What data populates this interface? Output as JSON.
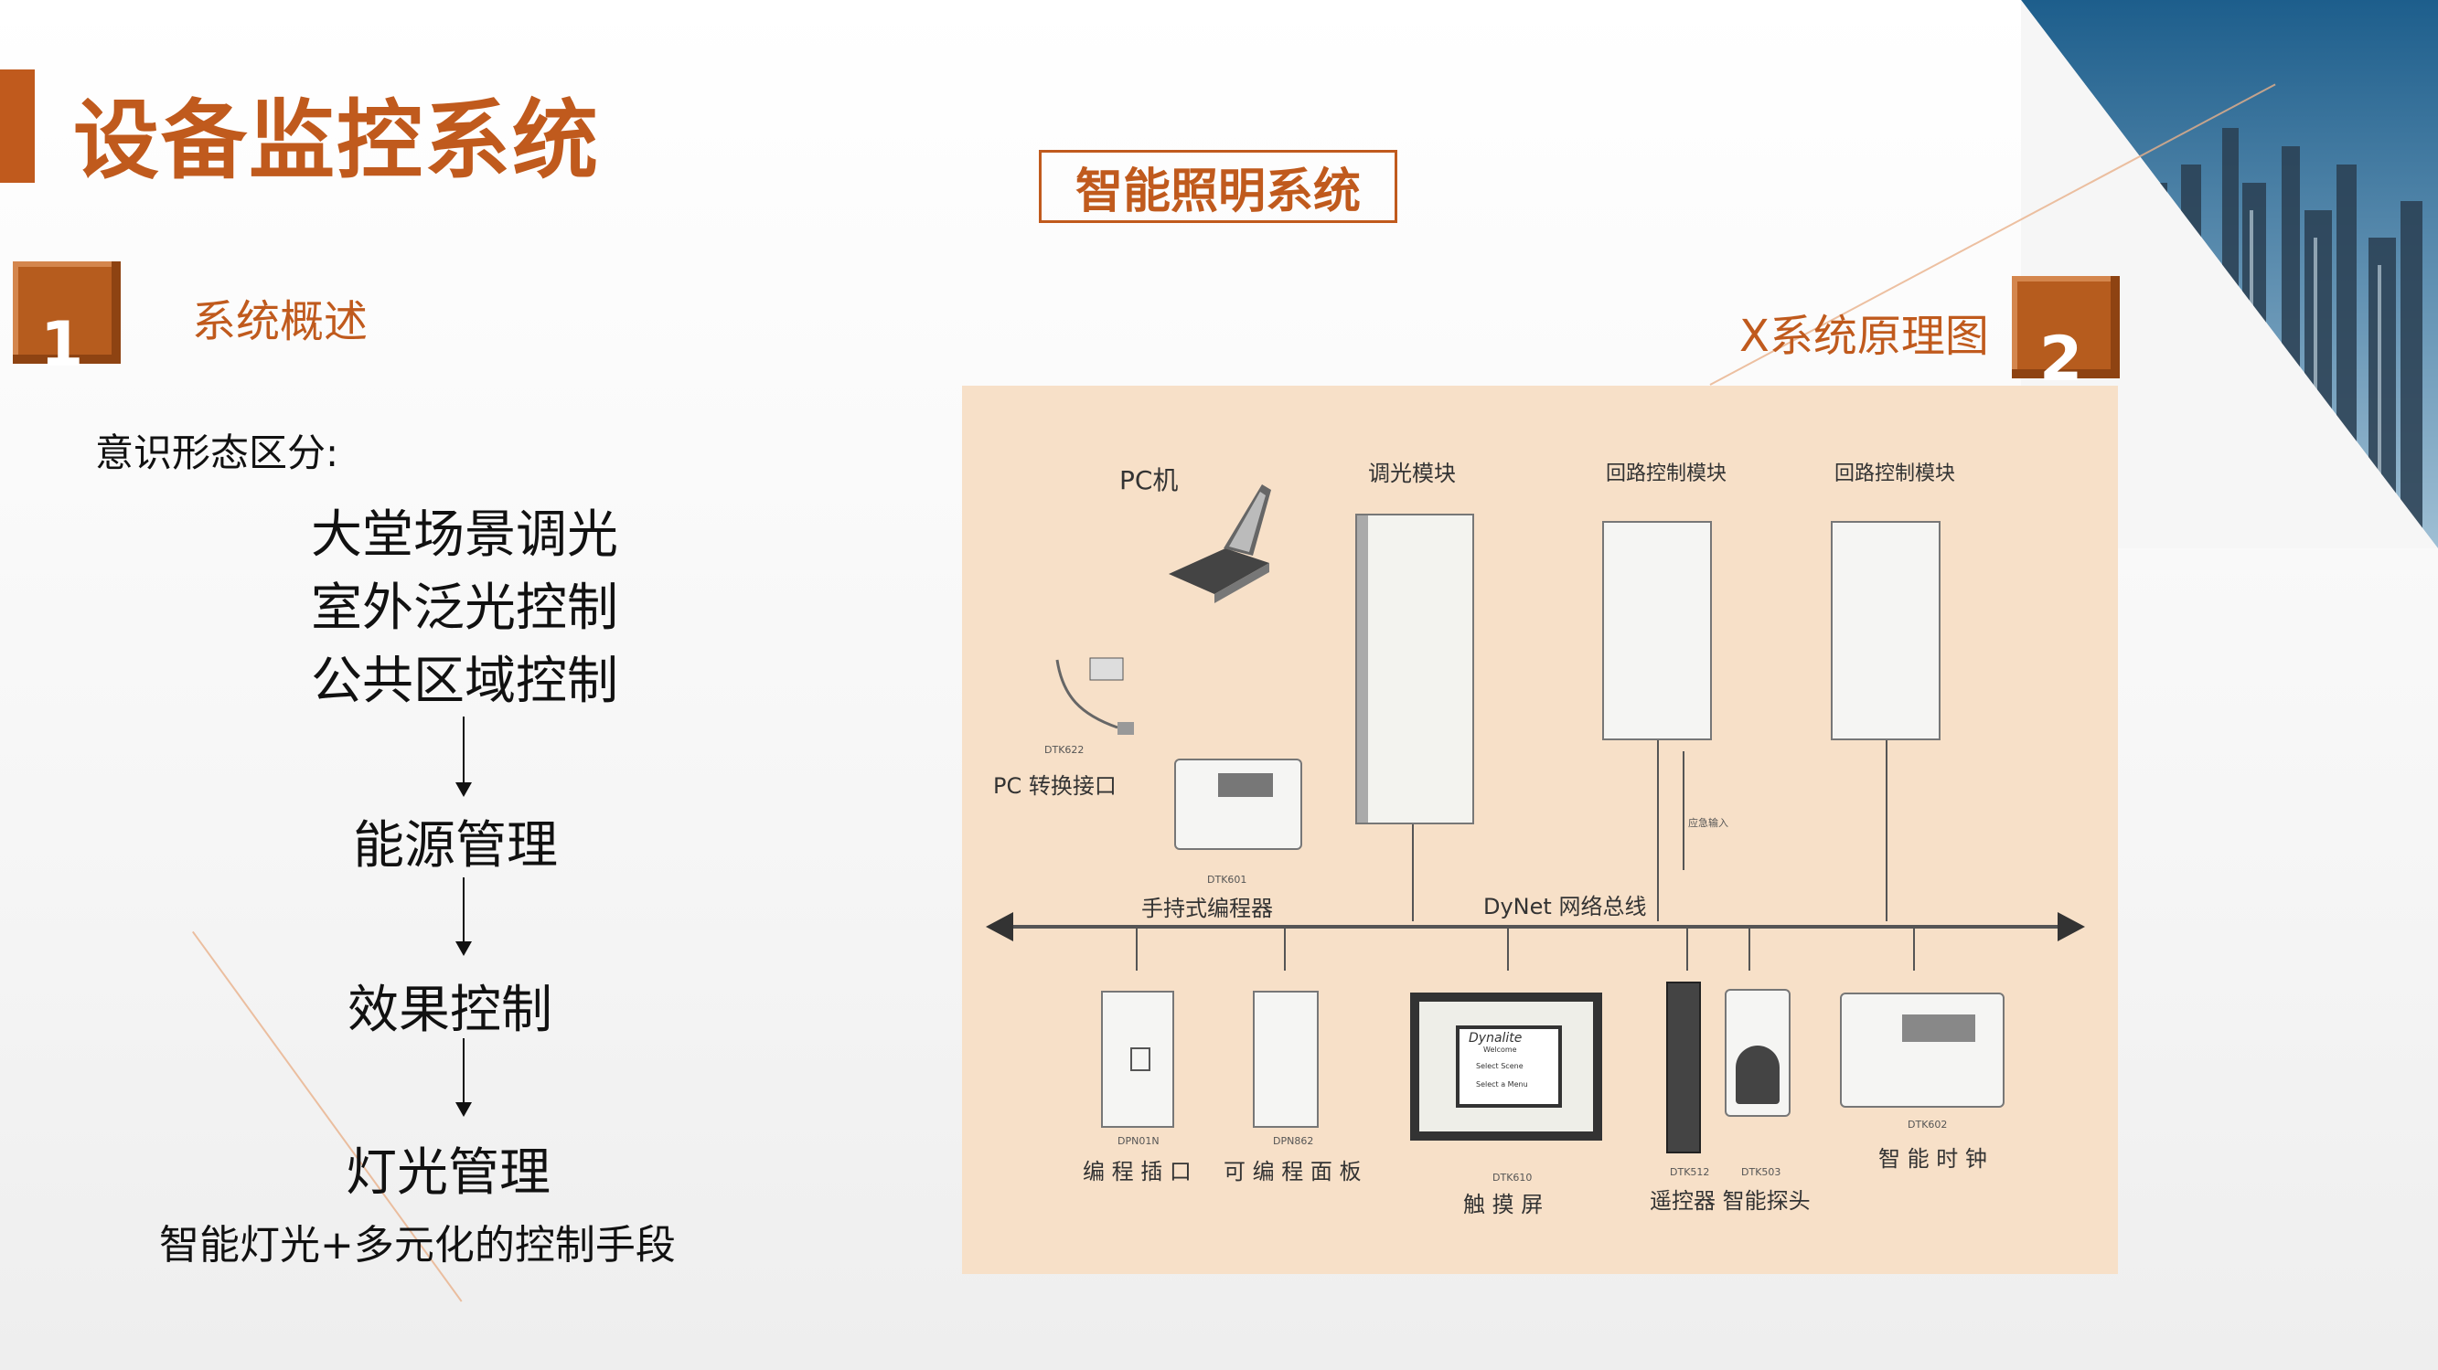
{
  "page": {
    "title": "设备监控系统",
    "center_tag": "智能照明系统"
  },
  "section1": {
    "number": "1",
    "heading": "系统概述"
  },
  "section2": {
    "number": "2",
    "heading": "X系统原理图"
  },
  "left": {
    "ideology_label": "意识形态区分:",
    "scenes": [
      "大堂场景调光",
      "室外泛光控制",
      "公共区域控制"
    ],
    "energy": "能源管理",
    "effect": "效果控制",
    "lighting": "灯光管理",
    "summary": "智能灯光+多元化的控制手段"
  },
  "diagram": {
    "pc": "PC机",
    "dimmer": "调光模块",
    "relay1": "回路控制模块",
    "relay2": "回路控制模块",
    "dtk622": "DTK622",
    "pc_interface": "PC 转换接口",
    "dtk601": "DTK601",
    "programmer": "手持式编程器",
    "bus": "DyNet  网络总线",
    "emergency": "应急输入",
    "dpn01n": "DPN01N",
    "socket": "编 程 插 口",
    "dpn862": "DPN862",
    "panel": "可 编 程 面 板",
    "dtk610": "DTK610",
    "touch": "触 摸 屏",
    "dtk512": "DTK512",
    "dtk503": "DTK503",
    "remote_sensor": "遥控器  智能探头",
    "dtk602": "DTK602",
    "clock": "智 能 时 钟",
    "dynalite": "Dynalite",
    "welcome": "Welcome",
    "select_scene": "Select Scene",
    "select_menu": "Select a Menu"
  },
  "colors": {
    "accent": "#c05a1d",
    "diagram_bg": "#f7e0c8"
  }
}
